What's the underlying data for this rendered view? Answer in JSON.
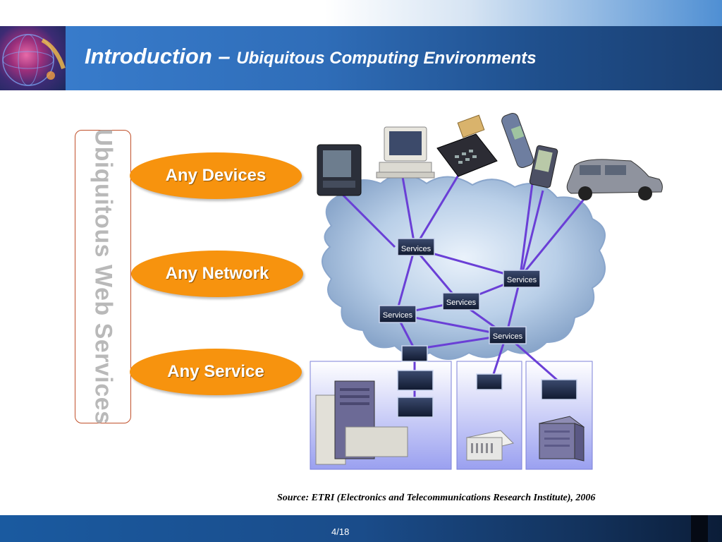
{
  "header": {
    "title_main": "Introduction",
    "title_dash": " – ",
    "title_sub": "Ubiquitous Computing Environments"
  },
  "side_label": "Ubiquitous Web Services",
  "pills": [
    {
      "label": "Any Devices"
    },
    {
      "label": "Any Network"
    },
    {
      "label": "Any Service"
    }
  ],
  "diagram": {
    "service_labels": [
      "Services",
      "Services",
      "Services",
      "Services",
      "Services"
    ],
    "device_icons": [
      "tv-icon",
      "desktop-computer-icon",
      "card-terminal-icon",
      "mobile-phone-icon",
      "pda-icon",
      "car-icon"
    ],
    "server_icons": [
      "server-tower-icon",
      "server-rack-icon",
      "server-cube-icon"
    ]
  },
  "source_text": "Source: ETRI (Electronics and Telecommunications Research Institute), 2006",
  "footer": {
    "page": "4/18"
  },
  "colors": {
    "pill": "#f7930e",
    "link": "#6a3fd6",
    "header": "#2f6db8"
  }
}
